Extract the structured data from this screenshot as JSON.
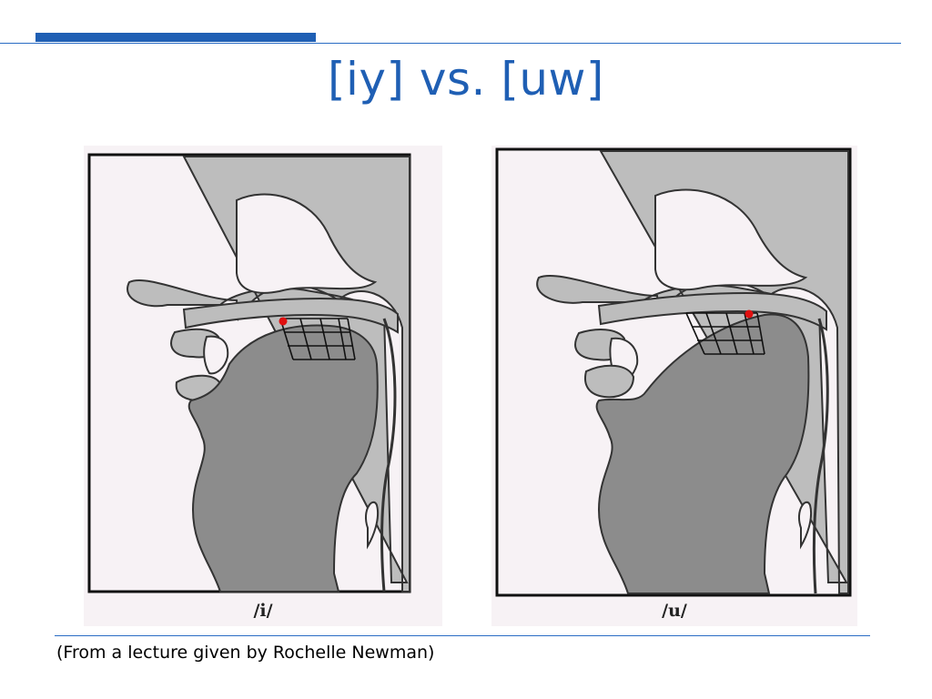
{
  "slide": {
    "title": "[iy] vs. [uw]",
    "caption": "(From a lecture given by Rochelle Newman)"
  },
  "panels": [
    {
      "id": "left",
      "label": "/i/"
    },
    {
      "id": "right",
      "label": "/u/"
    }
  ],
  "colors": {
    "accent": "#1f5fb4",
    "marker": "#e01010",
    "tissue": "#b9b9b9",
    "tongue": "#8a8a8a",
    "background": "#f7f2f5"
  }
}
